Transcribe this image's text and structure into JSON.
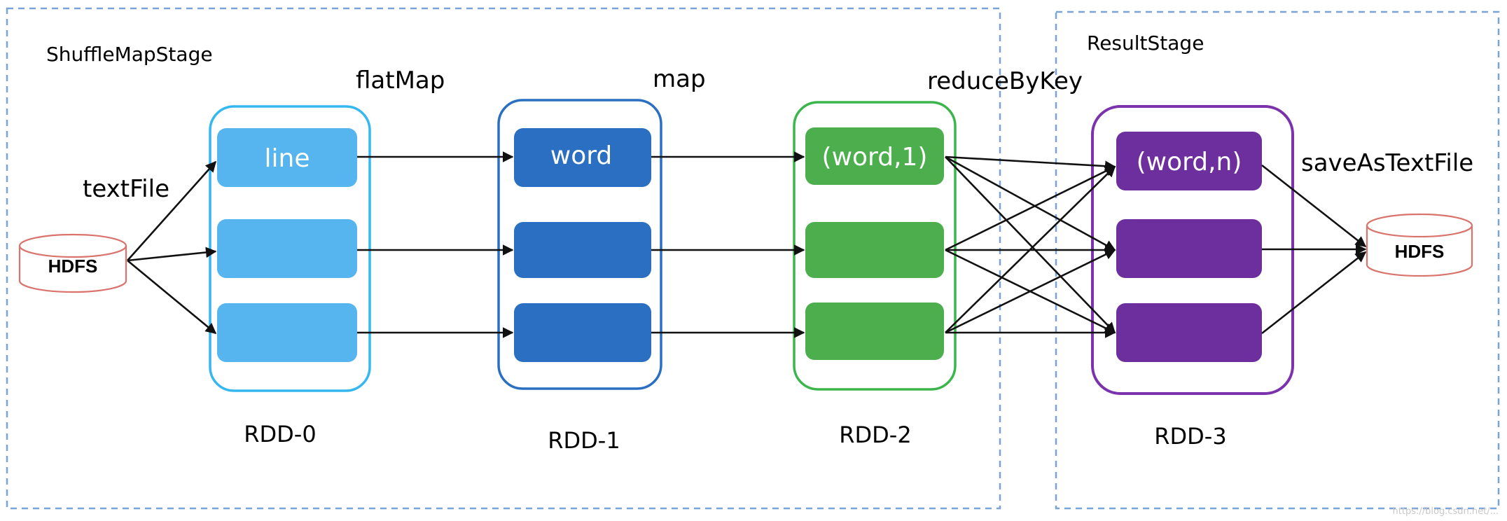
{
  "stages": {
    "shuffle": "ShuffleMapStage",
    "result": "ResultStage"
  },
  "operations": {
    "text_file": "textFile",
    "flat_map": "flatMap",
    "map": "map",
    "reduce_by_key": "reduceByKey",
    "save_as_text_file": "saveAsTextFile"
  },
  "storage": {
    "source": "HDFS",
    "sink": "HDFS"
  },
  "rdds": [
    {
      "label": "RDD-0",
      "color": "#56b4ee",
      "border": "#35b7f0",
      "partitions": [
        "line",
        "",
        ""
      ]
    },
    {
      "label": "RDD-1",
      "color": "#2a6fc1",
      "border": "#2a6fc1",
      "partitions": [
        "word",
        "",
        ""
      ]
    },
    {
      "label": "RDD-2",
      "color": "#4cae4c",
      "border": "#3cb64c",
      "partitions": [
        "(word,1)",
        "",
        ""
      ]
    },
    {
      "label": "RDD-3",
      "color": "#6d2e9e",
      "border": "#7a32ad",
      "partitions": [
        "(word,n)",
        "",
        ""
      ]
    }
  ],
  "colors": {
    "stage_border": "#7aa4d8",
    "hdfs_border": "#d9736b"
  },
  "watermark": "https://blog.csdn.net/..."
}
